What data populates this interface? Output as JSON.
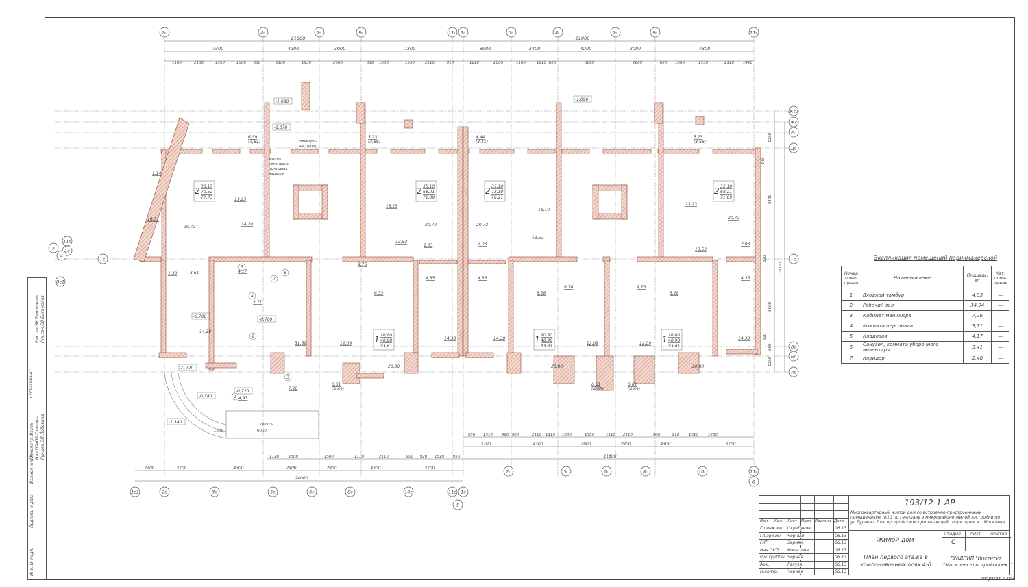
{
  "axes": {
    "top": [
      "2с",
      "4с",
      "7с",
      "9с",
      "11с",
      "1с",
      "3с",
      "4с",
      "7с",
      "9с",
      "11с"
    ],
    "bottom_left": [
      "1с1",
      "2с",
      "3с",
      "5с",
      "6с",
      "8с",
      "10с",
      "11с",
      "1с",
      "5"
    ],
    "bottom_right": [
      "2с",
      "5с",
      "6с",
      "8с",
      "10с",
      "11с",
      "6"
    ],
    "right": [
      "Жс1",
      "Жс",
      "Ес",
      "Дс",
      "Гс",
      "Вс",
      "Бс",
      "Ас"
    ],
    "left": [
      "Вс1",
      "Гс",
      "3",
      "11с",
      "1с",
      "4"
    ]
  },
  "dims": {
    "top_total": [
      "21800",
      "21800"
    ],
    "top_mid": [
      "7300",
      "4200",
      "3000",
      "7300",
      "3900",
      "3400",
      "4200",
      "3000",
      "7300"
    ],
    "top_small": [
      "1100",
      "2100",
      "1550",
      "1500",
      "650",
      "2100",
      "1930",
      "2660",
      "830",
      "1500",
      "1550",
      "2110",
      "910",
      "1210",
      "2000",
      "1160",
      "1810",
      "650",
      "3690",
      "2660",
      "650",
      "1500",
      "1730",
      "2110",
      "1420"
    ],
    "bottom_right_small": [
      "950",
      "1510",
      "920",
      "900",
      "2110",
      "1110",
      "1500",
      "1500",
      "1110",
      "2110",
      "900",
      "910",
      "1510",
      "1280"
    ],
    "bottom_right_mid": [
      "3700",
      "4300",
      "2900",
      "2900",
      "4300",
      "3700"
    ],
    "bottom_right_total": "21800",
    "bottom_left_small": [
      "1110",
      "1500",
      "1500",
      "1110",
      "2110",
      "900",
      "920",
      "1510",
      "950"
    ],
    "bottom_left_mid": [
      "2200",
      "3700",
      "4300",
      "2900",
      "2900",
      "4300",
      "3700"
    ],
    "bottom_left_total": "24000",
    "right_vertical": [
      "8100",
      "6600",
      "18350",
      "1200",
      "600",
      "1200",
      "140",
      "320",
      "320"
    ]
  },
  "rooms": {
    "apartments": [
      {
        "n": "2",
        "a": "38,17",
        "b": "70,52",
        "c": "77,73"
      },
      {
        "n": "2",
        "a": "35,10",
        "b": "68,21",
        "c": "71,89"
      },
      {
        "n": "2",
        "a": "35,10",
        "b": "73,10",
        "c": "76,21"
      },
      {
        "n": "2",
        "a": "35,10",
        "b": "68,21",
        "c": "71,89"
      },
      {
        "n": "1",
        "a": "20,80",
        "b": "48,98",
        "c": "53,61"
      },
      {
        "n": "1",
        "a": "20,80",
        "b": "48,98",
        "c": "53,61"
      },
      {
        "n": "1",
        "a": "20,80",
        "b": "48,98",
        "c": "53,61"
      }
    ],
    "areas": [
      "20,72",
      "20,72",
      "20,72",
      "20,72",
      "13,23",
      "13,23",
      "13,23",
      "14,20",
      "16,31",
      "1,14",
      "13,52",
      "13,52",
      "13,52",
      "2,03",
      "2,03",
      "2,03",
      "4,35",
      "4,35",
      "4,35",
      "9,76",
      "9,76",
      "9,76",
      "6,33",
      "6,28",
      "6,28",
      "14,38",
      "14,38",
      "14,38",
      "14,38",
      "31,69",
      "12,09",
      "12,09",
      "12,09",
      "20,80",
      "20,80",
      "20,80",
      "18,10",
      "7,26",
      "4,93",
      "3,71",
      "4,17",
      "3,61",
      "1,30"
    ],
    "loggias": [
      "6,59",
      "(4,61)",
      "5,23",
      "(3,66)",
      "4,44",
      "(3,11)",
      "5,23",
      "(3,66)",
      "6,61",
      "(4,63)",
      "6,61",
      "(4,63)",
      "6,61",
      "(4,63)"
    ],
    "levels": [
      "-0,700",
      "-0,700",
      "-0,720",
      "-0,720",
      "-0,740",
      "-1,340",
      "-1,090",
      "-1,090",
      "-1,070"
    ],
    "numbers": [
      "1",
      "2",
      "3",
      "4",
      "5",
      "6",
      "7"
    ],
    "notes": [
      "Место",
      "установки",
      "почтовых",
      "ящиков",
      "Электро-",
      "щитовая",
      "i=10%",
      "6000",
      "1800"
    ]
  },
  "explication": {
    "title": "Экспликация помещений парикмахерской",
    "headers": [
      "Номер поме- щения",
      "Наименование",
      "Площадь, м²",
      "Кат. поме- щения"
    ],
    "rows": [
      [
        "1",
        "Входной тамбур",
        "4,93",
        "—"
      ],
      [
        "2",
        "Рабочий зал",
        "34,94",
        "—"
      ],
      [
        "3",
        "Кабинет маникюра",
        "7,26",
        "—"
      ],
      [
        "4",
        "Комната персонала",
        "3,71",
        "—"
      ],
      [
        "5",
        "Кладовая",
        "4,17",
        "—"
      ],
      [
        "6",
        "Санузел, комната уборочного инвентаря",
        "3,41",
        "—"
      ],
      [
        "7",
        "Коридор",
        "2,48",
        "—"
      ]
    ]
  },
  "title_block": {
    "code": "193/12-1-АР",
    "description": "Многоквартирный жилой дом со встроенно-пристроенными помещениями №10 по генплану в микрорайоне жилой застройки по ул.Турова с благоустройством прилегающей территории в г.Могилеве",
    "building": "Жилой дом",
    "sheet_title": "План первого этажа в компоновочных осях 4-6",
    "organization": "ГУКДПИП \"Институт \"Могилевсельстройпроект\"",
    "stage_label": "Стадия",
    "sheet_label": "Лист",
    "sheets_label": "Листов",
    "stage": "С",
    "col_headers": [
      "Изм.",
      "Кол.",
      "Лист",
      "Nдок",
      "Подпись",
      "Дата"
    ],
    "signers": [
      [
        "Гл.инж.ин.",
        "Скребунов",
        "06.13"
      ],
      [
        "Гл.арх.ин.",
        "Черный",
        "06.13"
      ],
      [
        "ГИП",
        "Зерняк",
        "06.13"
      ],
      [
        "Нач.ОКП",
        "Копытова",
        "06.13"
      ],
      [
        "Рук.группы",
        "Черная",
        "06.13"
      ],
      [
        "Арх.",
        "Галуза",
        "06.13"
      ],
      [
        "Н.контр.",
        "Черная",
        "06.13"
      ]
    ],
    "format": "Формат А3х3"
  },
  "stamp": {
    "agreed": "Согласовано:",
    "entries": [
      "Рук.сек.ВК Тимошевич",
      "Рук.сек.ОВ Богомолов",
      "Гл.конотр. Велех",
      "Нач.ГОиПБ Гришина",
      "Рук.сек.ЭП Лобовиид"
    ],
    "fields": [
      "Инв. № подл.",
      "Подпись и дата",
      "Взамен инв.№"
    ]
  }
}
